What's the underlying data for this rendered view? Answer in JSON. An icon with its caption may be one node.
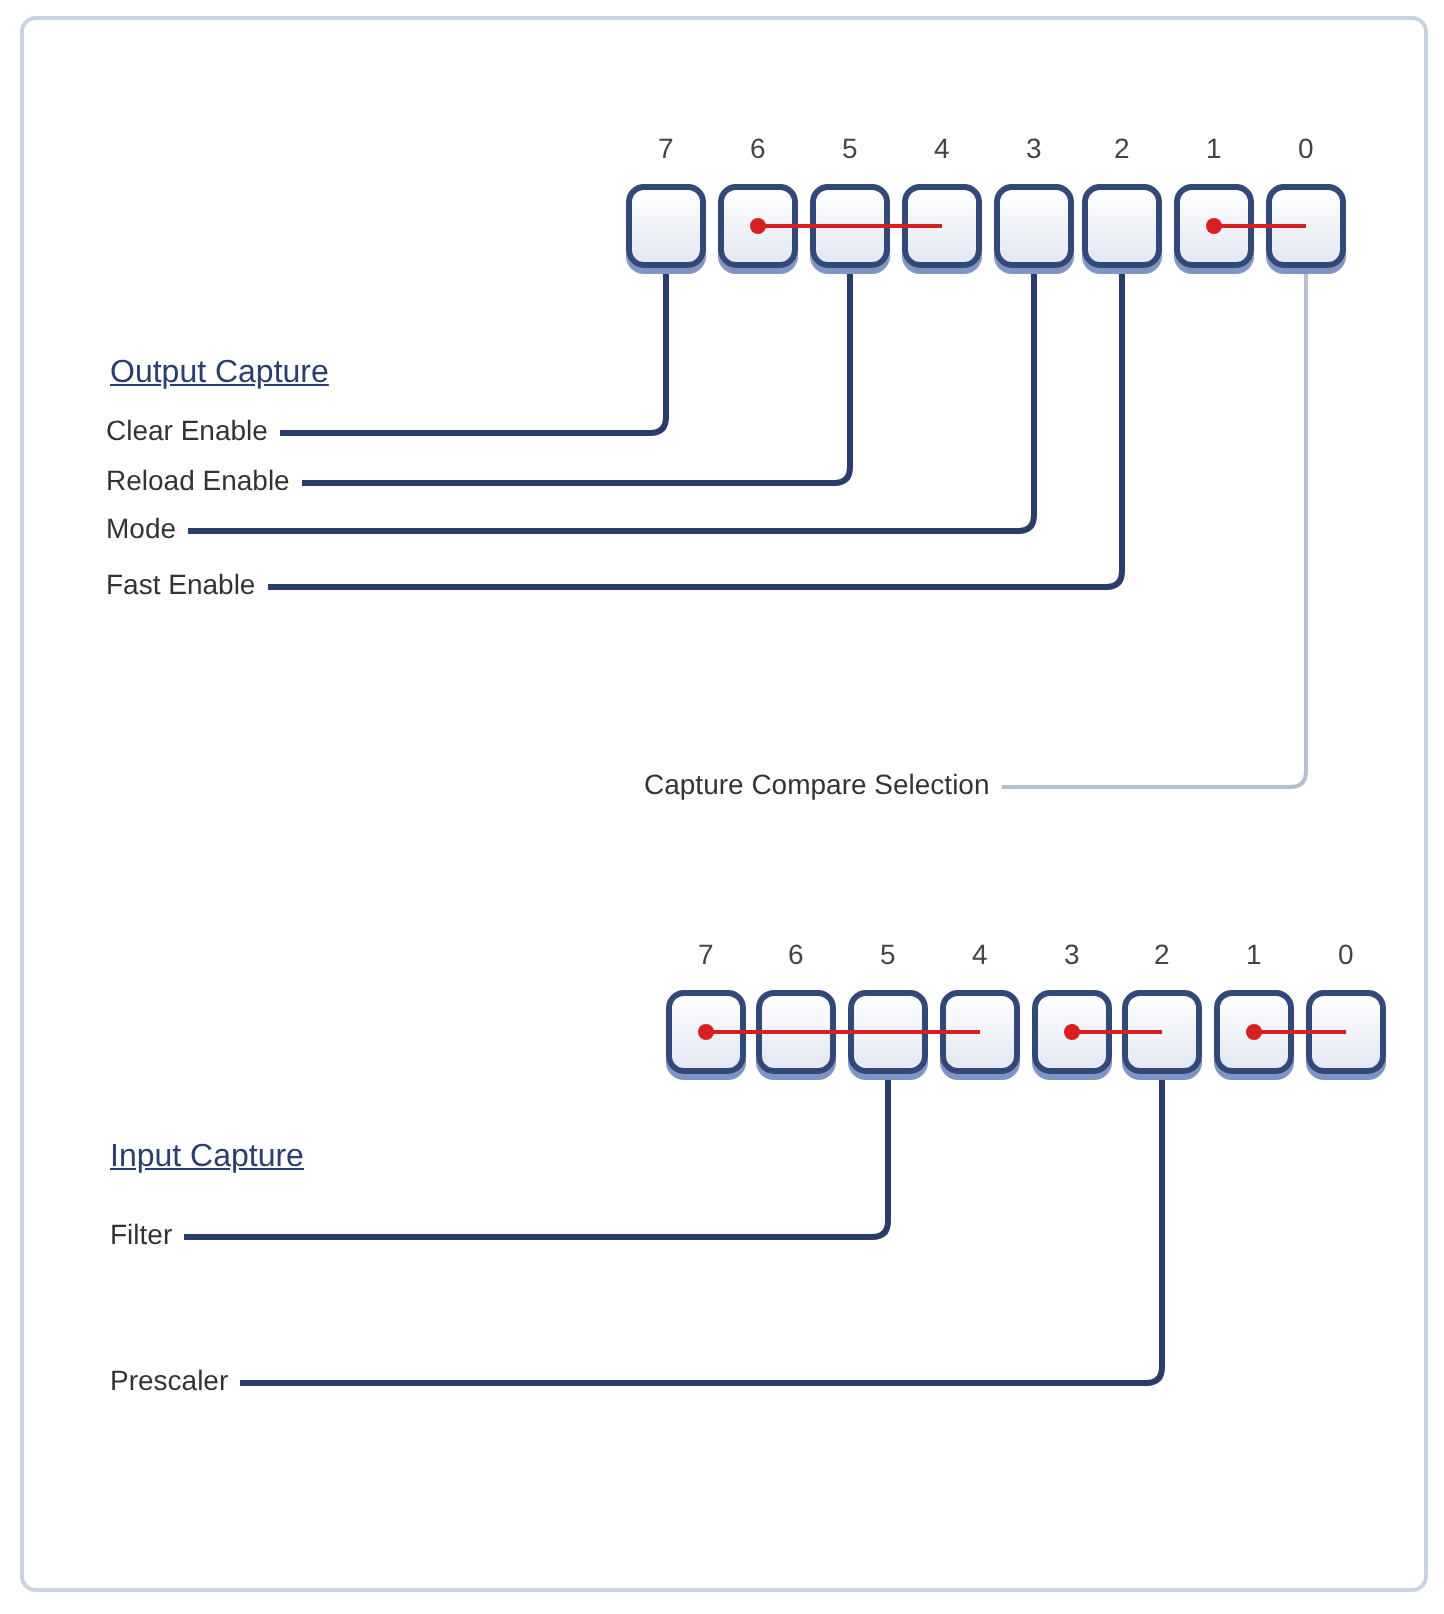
{
  "diagram": {
    "nodes": [
      {
        "text": [],
        "shape": "box"
      },
      {
        "text": [],
        "shape": "box"
      },
      {
        "text": [],
        "shape": "box"
      },
      {
        "text": [],
        "shape": "box"
      },
      {
        "text": [],
        "shape": "box"
      },
      {
        "text": [],
        "shape": "box"
      },
      {
        "text": [],
        "shape": "box"
      },
      {
        "text": [],
        "shape": "box"
      },
      {
        "text": [
          "Clear Enable"
        ]
      },
      {
        "text": [
          "Reload Enable"
        ]
      },
      {
        "text": [
          "Mode"
        ]
      },
      {
        "text": [
          "Fast Enable"
        ]
      },
      {
        "text": [
          "Capture Compare Selection"
        ]
      },
      {
        "text": [],
        "shape": "box"
      },
      {
        "text": [],
        "shape": "box"
      },
      {
        "text": [],
        "shape": "box"
      },
      {
        "text": [],
        "shape": "box"
      },
      {
        "text": [],
        "shape": "box"
      },
      {
        "text": [],
        "shape": "box"
      },
      {
        "text": [],
        "shape": "box"
      },
      {
        "text": [],
        "shape": "box"
      },
      {
        "text": [
          "Filter"
        ]
      },
      {
        "text": [
          "Prescaler"
        ]
      }
    ],
    "edges": [
      {
        "from": 8,
        "to": 0,
        "arrow": "none"
      },
      {
        "from": 9,
        "to": 2,
        "arrow": "none"
      },
      {
        "from": 10,
        "to": 4,
        "arrow": "none"
      },
      {
        "from": 11,
        "to": 5,
        "arrow": "none"
      },
      {
        "from": 12,
        "to": 7,
        "arrow": "none",
        "color": "#b4c0d2"
      },
      {
        "from": 21,
        "to": 15,
        "arrow": "none"
      },
      {
        "from": 22,
        "to": 18,
        "arrow": "none"
      }
    ],
    "labels": [
      "7",
      "6",
      "5",
      "4",
      "3",
      "2",
      "1",
      "0",
      "Output Capture",
      "7",
      "6",
      "5",
      "4",
      "3",
      "2",
      "1",
      "0",
      "Input Capture"
    ]
  }
}
